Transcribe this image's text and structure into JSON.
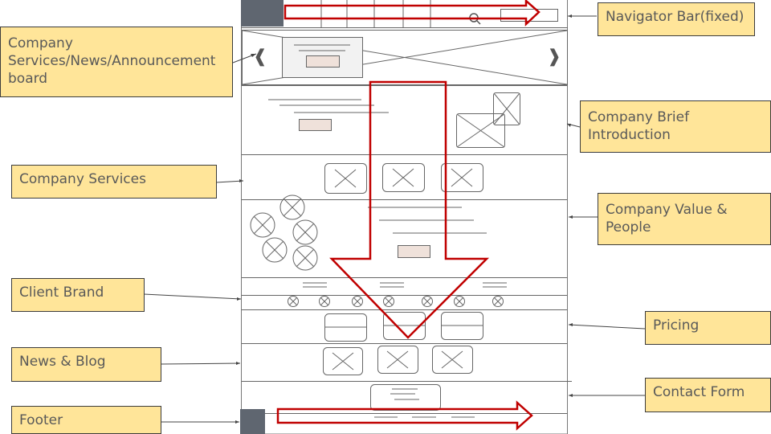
{
  "labels": {
    "navigator_bar": "Navigator Bar(fixed)",
    "services_news_board": "Company\nServices/News/Announcement\nboard",
    "brief_intro": "Company Brief\nIntroduction",
    "services": "Company Services",
    "value_people": "Company Value &\nPeople",
    "client_brand": "Client Brand",
    "pricing": "Pricing",
    "news_blog": "News & Blog",
    "contact_form": "Contact Form",
    "footer": "Footer"
  },
  "carousel": {
    "prev_glyph": "❰",
    "next_glyph": "❱"
  },
  "colors": {
    "wire": "#666666",
    "dark_block": "#5f6670",
    "button_fill": "#efe1da",
    "flow_arrow": "#c00000",
    "callout_fill": "#ffe599",
    "callout_text": "#595959"
  }
}
